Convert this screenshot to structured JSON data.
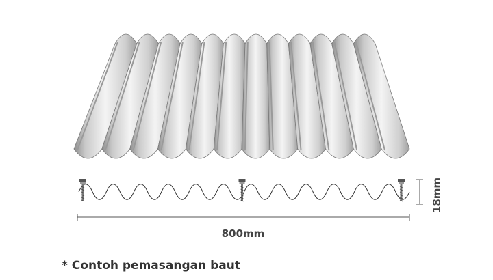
{
  "labels": {
    "width_dimension": "800mm",
    "height_dimension": "18mm",
    "footnote": "* Contoh pemasangan baut"
  },
  "sheet": {
    "ridge_count": 12,
    "colors": {
      "light": "#f2f2f2",
      "mid": "#d6d6d6",
      "dark": "#9a9a9a",
      "outline": "#7a7a7a"
    }
  },
  "profile": {
    "wave_count": 12,
    "bolt_count": 3,
    "colors": {
      "line": "#333333",
      "bolt": "#777777",
      "dimension": "#555555"
    }
  }
}
